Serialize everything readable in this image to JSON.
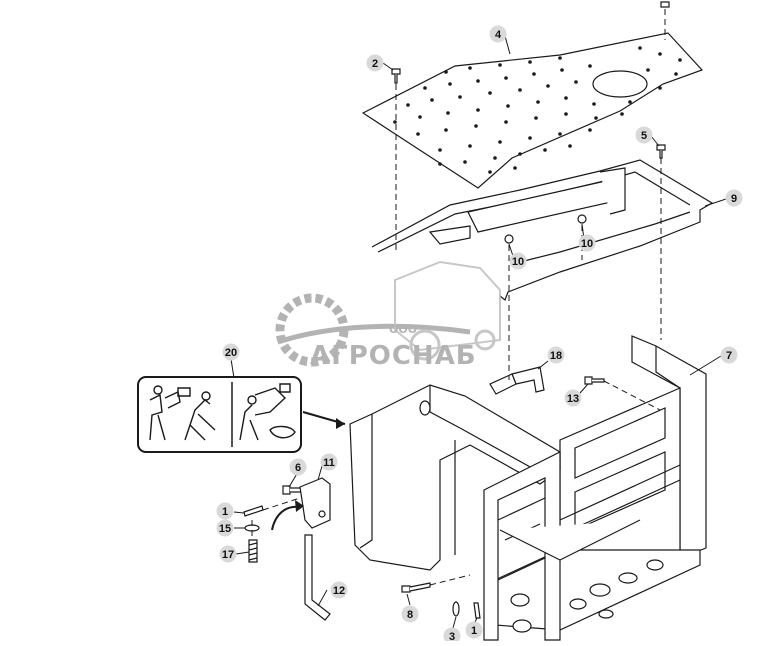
{
  "watermark": {
    "prefix": "ООО",
    "brand": "АГРОСНАБ"
  },
  "callouts": [
    "4",
    "2",
    "5",
    "9",
    "10",
    "10",
    "20",
    "18",
    "7",
    "13",
    "6",
    "11",
    "1",
    "15",
    "17",
    "12",
    "8",
    "3",
    "1"
  ],
  "colors": {
    "line": "#1a1a1a",
    "callout_fill": "#d9d9d9",
    "watermark": "#9a9a9a"
  }
}
